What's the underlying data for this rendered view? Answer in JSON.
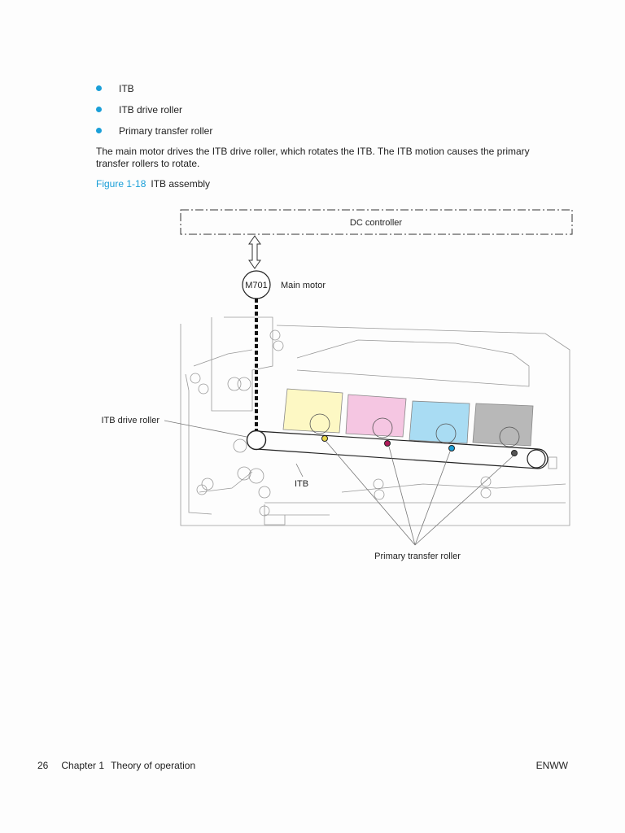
{
  "bullets": [
    "ITB",
    "ITB drive roller",
    "Primary transfer roller"
  ],
  "paragraph": "The main motor drives the ITB drive roller, which rotates the ITB. The ITB motion causes the primary transfer rollers to rotate.",
  "figure": {
    "number": "Figure 1-18",
    "title": "ITB assembly",
    "labels": {
      "dc_controller": "DC controller",
      "motor_id": "M701",
      "main_motor": "Main motor",
      "itb_drive_roller": "ITB drive roller",
      "itb": "ITB",
      "primary_transfer_roller": "Primary transfer roller"
    },
    "cartridge_colors": [
      "#fdf8c4",
      "#f5c6e2",
      "#a9dcf3",
      "#b8b8b8"
    ],
    "roller_colors": [
      "#e8d64a",
      "#b01a5a",
      "#1a9fd8",
      "#555555"
    ]
  },
  "footer": {
    "page_number": "26",
    "chapter": "Chapter 1",
    "section": "Theory of operation",
    "right_text": "ENWW"
  }
}
